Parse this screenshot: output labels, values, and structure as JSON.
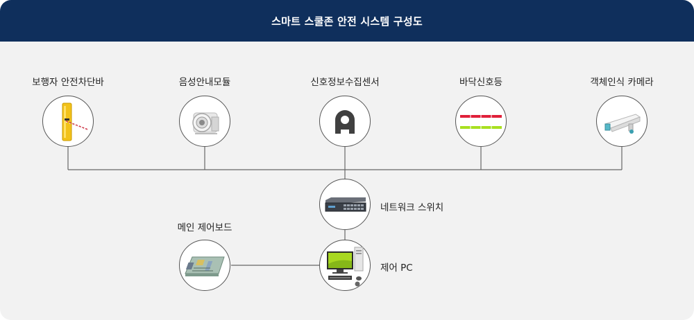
{
  "header": {
    "title": "스마트 스쿨존 안전 시스템 구성도"
  },
  "devices": {
    "barrier": {
      "label": "보행자 안전차단바",
      "icon": "pedestrian-barrier-icon"
    },
    "speaker": {
      "label": "음성안내모듈",
      "icon": "speaker-module-icon"
    },
    "sensor": {
      "label": "신호정보수집센서",
      "icon": "signal-sensor-icon"
    },
    "floor_light": {
      "label": "바닥신호등",
      "icon": "floor-signal-light-icon"
    },
    "camera": {
      "label": "객체인식 카메라",
      "icon": "object-recognition-camera-icon"
    }
  },
  "network": {
    "switch": {
      "label": "네트워크 스위치",
      "icon": "network-switch-icon"
    },
    "pc": {
      "label": "제어 PC",
      "icon": "control-pc-icon"
    },
    "board": {
      "label": "메인 제어보드",
      "icon": "main-control-board-icon"
    }
  },
  "colors": {
    "header_bg": "#0f2f5c",
    "panel_bg": "#f2f2f2",
    "line": "#666666",
    "light_red": "#e0203a",
    "light_green": "#a8e020",
    "barrier_yellow": "#f2c21a"
  }
}
